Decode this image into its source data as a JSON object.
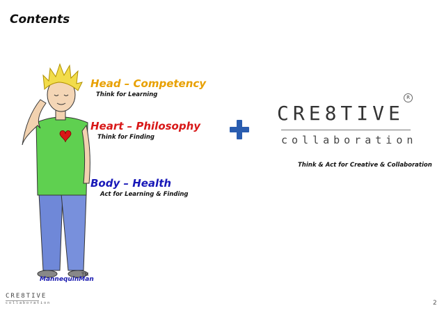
{
  "slide": {
    "title": "Contents",
    "sections": [
      {
        "heading": "Head – Competency",
        "subtitle": "Think for Learning"
      },
      {
        "heading": "Heart – Philosophy",
        "subtitle": "Think for Finding"
      },
      {
        "heading": "Body – Health",
        "subtitle": "Act for Learning & Finding"
      }
    ],
    "mannequin_label": "MannequinMan",
    "trademark": "TM",
    "logo": {
      "line1": "CRE8TIVE",
      "line2": "collaboration",
      "registered": "R"
    },
    "tagline": "Think & Act for Creative & Collaboration",
    "page_number": "2"
  },
  "colors": {
    "head": "#e8a000",
    "heart": "#d81818",
    "body": "#1818b8",
    "plus": "#2a5db0"
  }
}
